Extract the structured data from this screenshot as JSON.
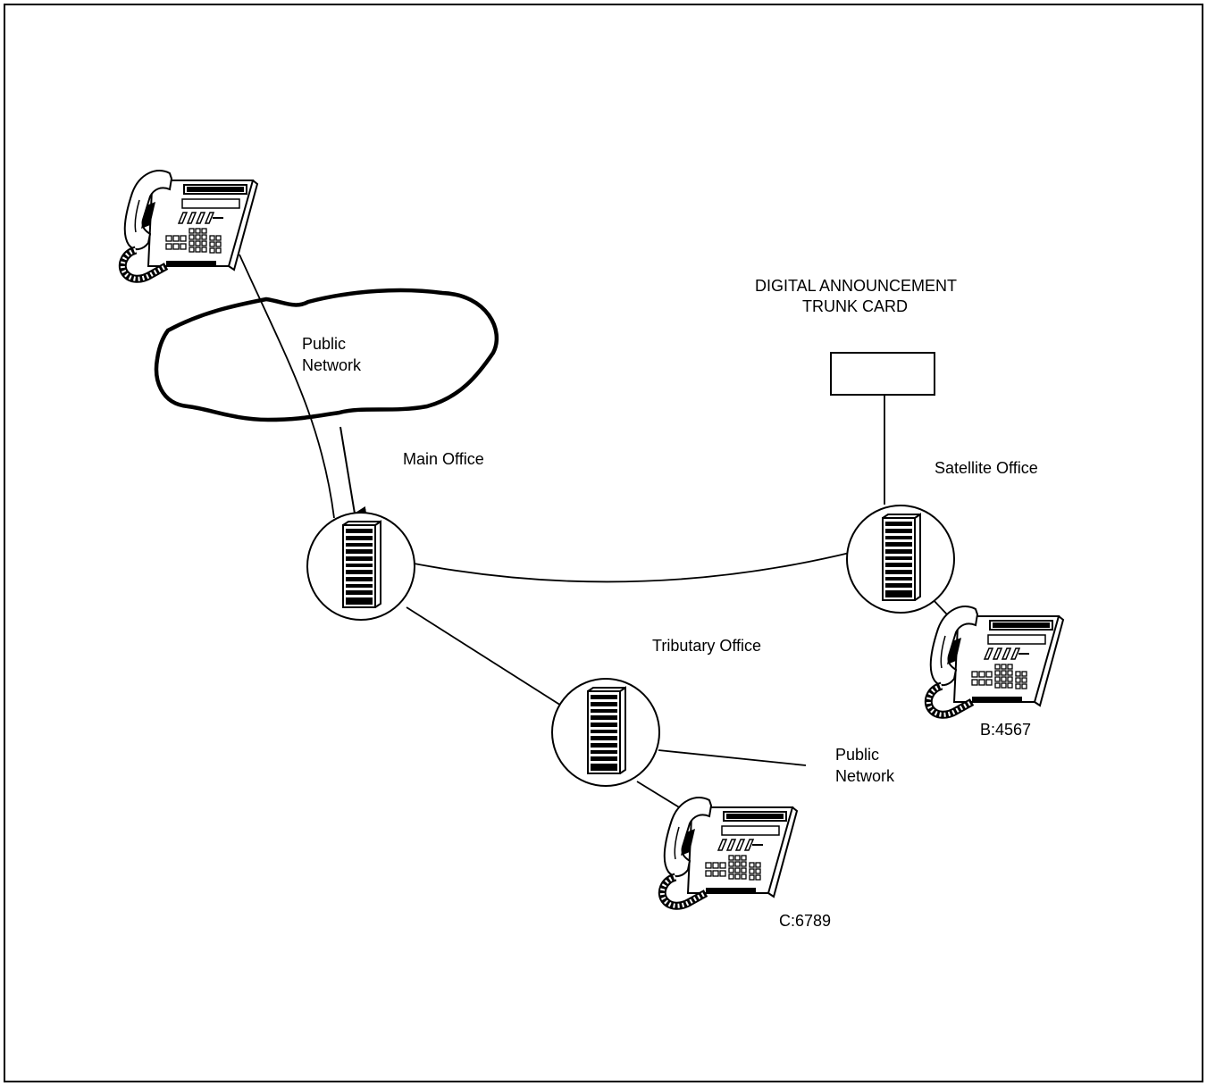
{
  "labels": {
    "public_network_top": [
      "Public",
      "Network"
    ],
    "main_office": "Main Office",
    "dat_card": [
      "DIGITAL ANNOUNCEMENT",
      "TRUNK CARD"
    ],
    "satellite_office": "Satellite Office",
    "tributary_office": "Tributary Office",
    "public_network_bottom": [
      "Public",
      "Network"
    ],
    "phone_b": "B:4567",
    "phone_c": "C:6789"
  },
  "nodes": [
    {
      "id": "main-office",
      "type": "switch",
      "label": "Main Office"
    },
    {
      "id": "satellite-office",
      "type": "switch",
      "label": "Satellite Office"
    },
    {
      "id": "tributary-office",
      "type": "switch",
      "label": "Tributary Office"
    },
    {
      "id": "dat-card",
      "type": "card",
      "label": "DIGITAL ANNOUNCEMENT TRUNK CARD"
    },
    {
      "id": "public-network-cloud",
      "type": "cloud",
      "label": "Public Network"
    },
    {
      "id": "phone-a",
      "type": "telephone",
      "label": ""
    },
    {
      "id": "phone-b",
      "type": "telephone",
      "label": "B:4567"
    },
    {
      "id": "phone-c",
      "type": "telephone",
      "label": "C:6789"
    }
  ],
  "links": [
    {
      "from": "phone-a",
      "to": "main-office",
      "via": "public-network-cloud"
    },
    {
      "from": "main-office",
      "to": "satellite-office"
    },
    {
      "from": "main-office",
      "to": "tributary-office"
    },
    {
      "from": "satellite-office",
      "to": "dat-card"
    },
    {
      "from": "satellite-office",
      "to": "phone-b"
    },
    {
      "from": "tributary-office",
      "to": "phone-c"
    },
    {
      "from": "tributary-office",
      "to": "public-network-bottom"
    }
  ],
  "colors": {
    "stroke": "#000000",
    "background": "#ffffff"
  }
}
